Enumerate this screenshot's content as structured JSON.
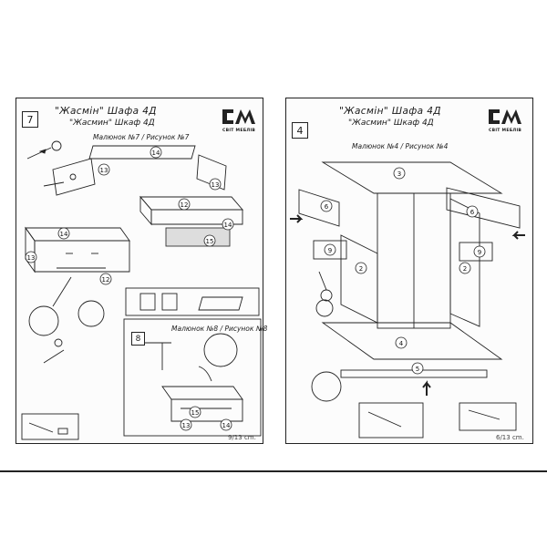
{
  "left_page": {
    "step_number": "7",
    "title": "\"Жасмін\" Шафа 4Д",
    "subtitle": "\"Жасмин\" Шкаф 4Д",
    "logo_text": "СВІТ МЕБЛІВ",
    "figure_caption_top": "Малюнок №7 / Рисунок №7",
    "sub_step_number": "8",
    "figure_caption_bottom": "Малюнок №8 / Рисунок №8",
    "page_number": "9/13 cm.",
    "part_labels": [
      "14",
      "13",
      "13",
      "12",
      "14",
      "15",
      "14",
      "13",
      "12",
      "15",
      "13",
      "14"
    ]
  },
  "right_page": {
    "step_number": "4",
    "title": "\"Жасмін\" Шафа 4Д",
    "subtitle": "\"Жасмин\" Шкаф 4Д",
    "logo_text": "СВІТ МЕБЛІВ",
    "figure_caption": "Малюнок №4 / Рисунок №4",
    "page_number": "6/13 cm.",
    "part_labels": [
      "3",
      "6",
      "6",
      "9",
      "2",
      "2",
      "4",
      "5",
      "9"
    ]
  }
}
